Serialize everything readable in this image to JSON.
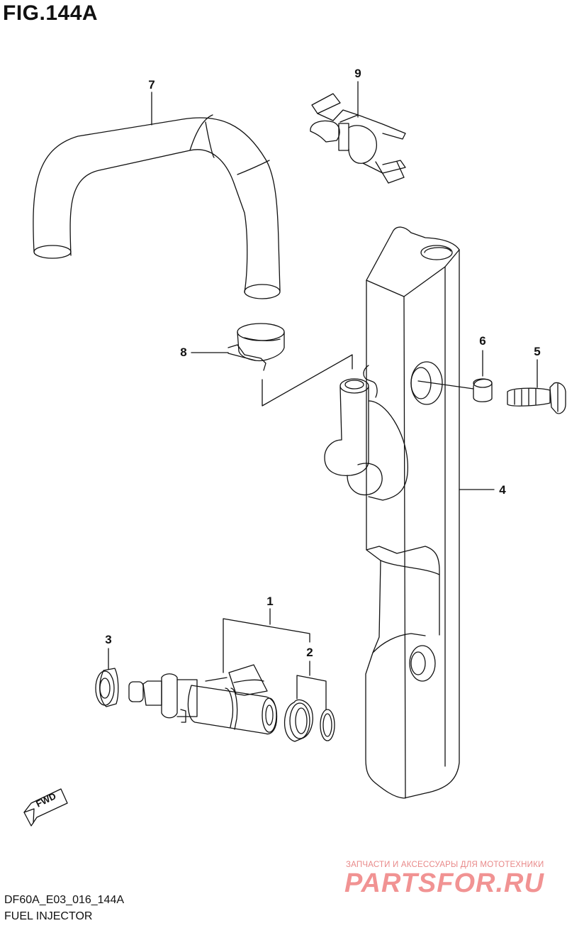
{
  "figure": {
    "title": "FIG.144A",
    "code": "DF60A_E03_016_144A",
    "name": "FUEL INJECTOR"
  },
  "callouts": {
    "c1": "1",
    "c2": "2",
    "c3": "3",
    "c4": "4",
    "c5": "5",
    "c6": "6",
    "c7": "7",
    "c8": "8",
    "c9": "9"
  },
  "fwd_label": "FWD",
  "watermark": {
    "tagline": "ЗАПЧАСТИ И АКСЕССУАРЫ ДЛЯ МОТОТЕХНИКИ",
    "logo": "PARTSFOR.RU"
  },
  "colors": {
    "line": "#111111",
    "background": "#ffffff",
    "watermark": "#e63b3b"
  }
}
